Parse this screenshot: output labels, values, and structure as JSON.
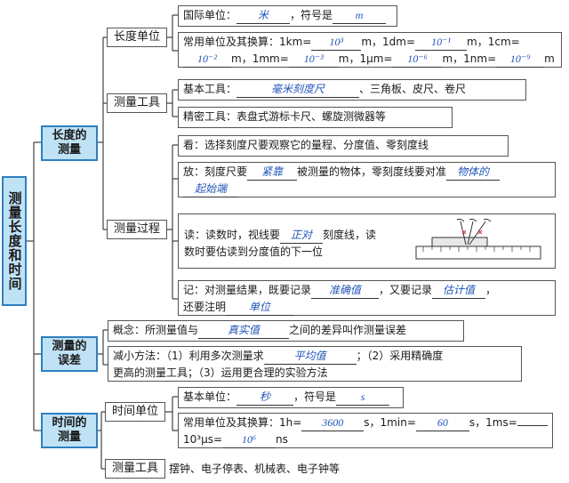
{
  "root": "测量长度和时间",
  "length": {
    "title": "长度的测量",
    "unit": {
      "label": "长度单位",
      "intl_pre": "国际单位：",
      "intl_val": "米",
      "intl_mid": "，符号是",
      "intl_sym": "m",
      "common_pre": "常用单位及其换算：1km=",
      "v_km": "10³",
      "t_m1": "m，1dm=",
      "v_dm": "10⁻¹",
      "t_m2": "m，1cm=",
      "v_cm": "10⁻²",
      "t_m3": "m，1mm=",
      "v_mm": "10⁻³",
      "t_m4": "m，1μm=",
      "v_um": "10⁻⁶",
      "t_m5": "m，1nm=",
      "v_nm": "10⁻⁹",
      "t_m6": "m"
    },
    "tool": {
      "label": "测量工具",
      "basic_pre": "基本工具：",
      "basic_val": "毫米刻度尺",
      "basic_post": "、三角板、皮尺、卷尺",
      "precise": "精密工具：表盘式游标卡尺、螺旋测微器等"
    },
    "process": {
      "label": "测量过程",
      "look": "看：选择刻度尺要观察它的量程、分度值、零刻度线",
      "place_pre": "放：刻度尺要",
      "place_val1": "紧靠",
      "place_mid": "被测量的物体，零刻度线要对准",
      "place_val2a": "物体的",
      "place_val2b": "起始端",
      "read_pre": "读：读数时，视线要",
      "read_val": "正对",
      "read_post": "刻度线，读",
      "read_line2": "数时要估读到分度值的下一位",
      "rec_pre": "记：对测量结果，既要记录",
      "rec_val1": "准确值",
      "rec_mid": "，又要记录",
      "rec_val2": "估计值",
      "rec_line2_pre": "，",
      "rec_line2_a": "还要注明",
      "rec_val3": "单位"
    }
  },
  "error": {
    "title": "测量的误差",
    "concept_pre": "概念：所测量值与",
    "concept_val": "真实值",
    "concept_post": "之间的差异叫作测量误差",
    "reduce_pre": "减小方法：（1）利用多次测量求",
    "reduce_val": "平均值",
    "reduce_post": "；（2）采用精确度",
    "reduce_line2": "更高的测量工具；（3）运用更合理的实验方法"
  },
  "time": {
    "title": "时间的测量",
    "unit_label": "时间单位",
    "basic_pre": "基本单位：",
    "basic_val": "秒",
    "basic_mid": "，符号是",
    "basic_sym": "s",
    "common_pre": "常用单位及其换算：1h=",
    "v_h": "3600",
    "t_s1": "s，1min=",
    "v_min": "60",
    "t_s2": "s，1ms=",
    "line2_pre": "10³μs=",
    "v_us": "10⁶",
    "line2_post": "ns",
    "tool_label": "测量工具",
    "tools": "摆钟、电子停表、机械表、电子钟等"
  }
}
